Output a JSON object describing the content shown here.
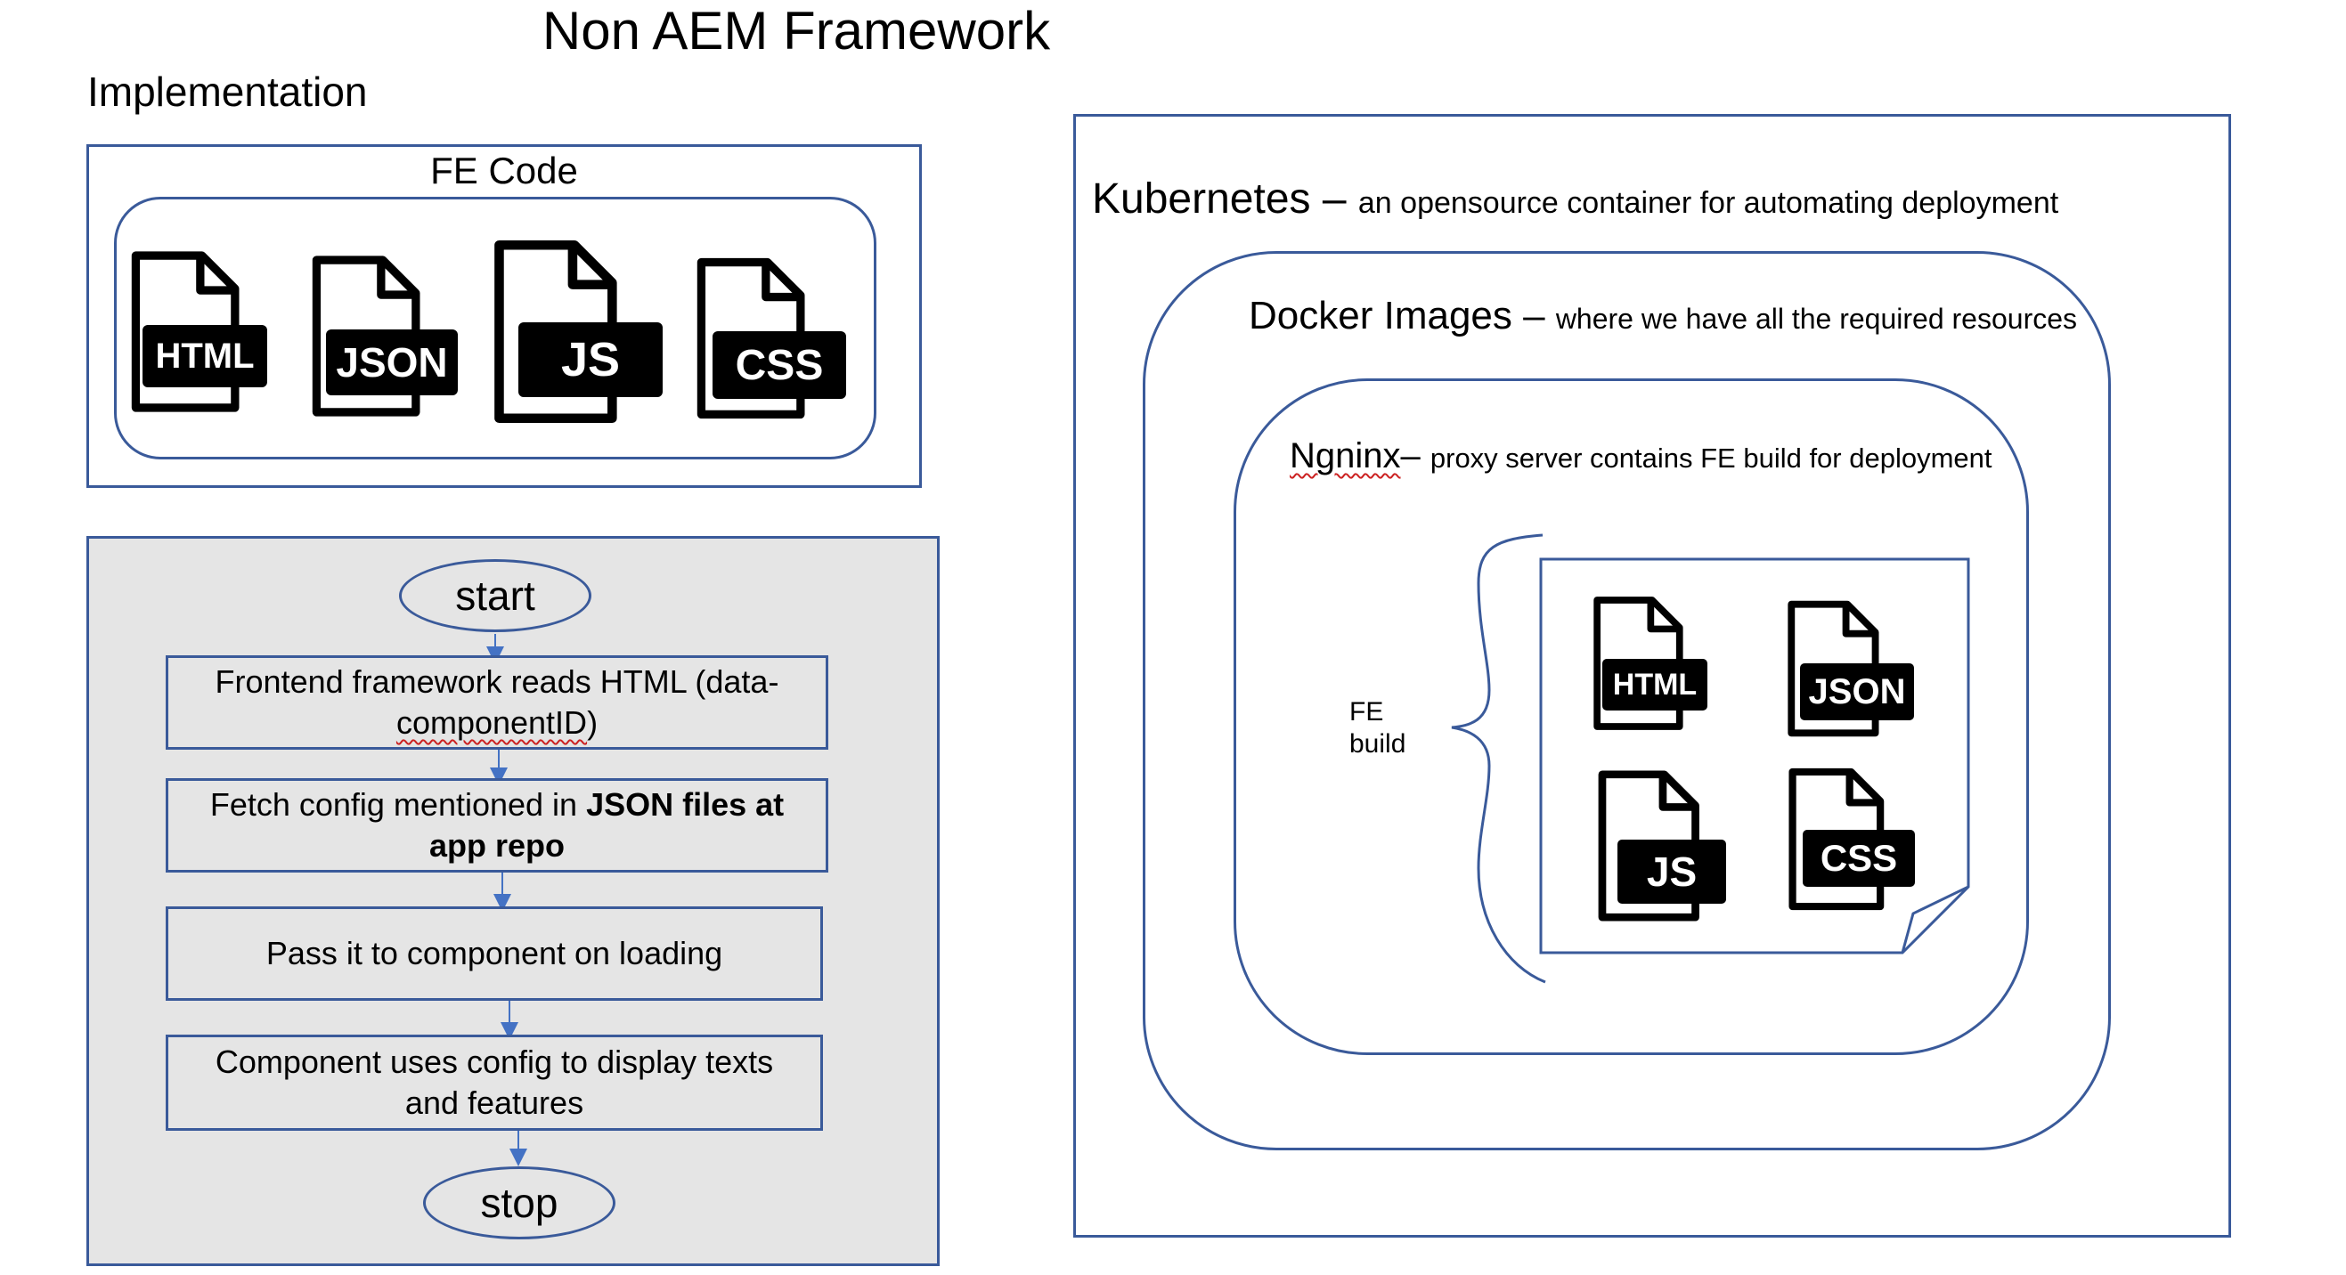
{
  "title": "Non AEM Framework",
  "implementation_label": "Implementation",
  "fe_code": {
    "label": "FE Code",
    "files": [
      "HTML",
      "JSON",
      "JS",
      "CSS"
    ]
  },
  "flow": {
    "start": "start",
    "steps": [
      {
        "pre": "Frontend framework reads HTML (data-",
        "squiggle": "componentID",
        "post": ")"
      },
      {
        "pre": "Fetch config mentioned in ",
        "bold": "JSON files at app repo"
      },
      {
        "text": "Pass it to component on loading"
      },
      {
        "text": "Component uses config to display texts and features"
      }
    ],
    "stop": "stop"
  },
  "kubernetes": {
    "name": "Kubernetes",
    "dash": " – ",
    "desc": "an opensource container for automating deployment"
  },
  "docker": {
    "name": "Docker Images",
    "dash": " – ",
    "desc": "where we have all the required resources"
  },
  "nginx": {
    "name": "Ngninx",
    "dash": "– ",
    "desc": "proxy server contains FE build for deployment"
  },
  "fe_build": {
    "label_line1": "FE",
    "label_line2": "build",
    "files": [
      "HTML",
      "JSON",
      "JS",
      "CSS"
    ]
  },
  "colors": {
    "border_blue": "#3a5a9a",
    "arrow_blue": "#4472c4",
    "panel_gray": "#e5e5e5",
    "squiggle_red": "#cc2222"
  }
}
